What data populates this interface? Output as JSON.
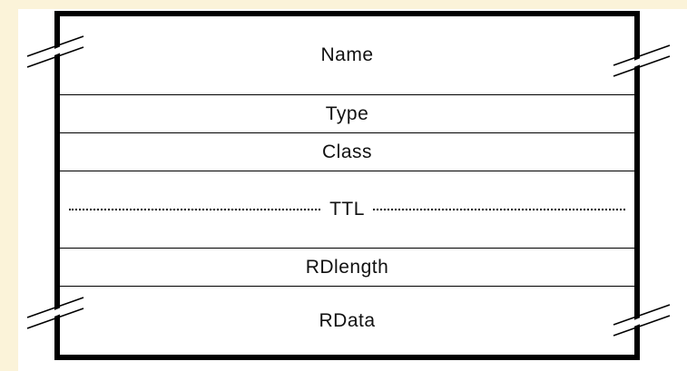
{
  "fields": {
    "name": "Name",
    "type": "Type",
    "class": "Class",
    "ttl": "TTL",
    "rdlength": "RDlength",
    "rdata": "RData"
  }
}
